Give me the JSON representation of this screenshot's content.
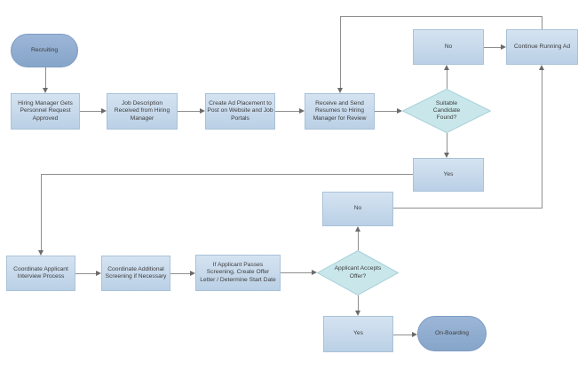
{
  "nodes": {
    "recruiting": {
      "label": "Recruiting",
      "type": "terminator"
    },
    "approval": {
      "label": "Hiring Manager Gets Personnel Request Approved",
      "type": "process"
    },
    "job_description": {
      "label": "Job Description Received from Hiring Manager",
      "type": "process"
    },
    "create_ad": {
      "label": "Create Ad Placement to Post on Website and Job Portals",
      "type": "process"
    },
    "receive_resumes": {
      "label": "Receive and Send Resumes to Hiring Manager for Review",
      "type": "process"
    },
    "suitable_candidate": {
      "label": "Suitable Candidate Found?",
      "type": "decision"
    },
    "no_candidate": {
      "label": "No",
      "type": "process"
    },
    "continue_ad": {
      "label": "Continue Running Ad",
      "type": "process"
    },
    "yes_candidate": {
      "label": "Yes",
      "type": "process"
    },
    "interview": {
      "label": "Coordinate Applicant Interview Process",
      "type": "process"
    },
    "screening": {
      "label": "Coordinate Additional Screening if Necessary",
      "type": "process"
    },
    "offer_letter": {
      "label": "If Applicant Passes Screening, Create Offer Letter / Determine Start Date",
      "type": "process"
    },
    "accepts_offer": {
      "label": "Applicant Accepts Offer?",
      "type": "decision"
    },
    "no_offer": {
      "label": "No",
      "type": "process"
    },
    "yes_offer": {
      "label": "Yes",
      "type": "process"
    },
    "onboarding": {
      "label": "On-Boarding",
      "type": "terminator"
    }
  },
  "colors": {
    "process_fill_top": "#d5e3f1",
    "process_fill_bottom": "#bad0e6",
    "process_border": "#a9c2d8",
    "terminator_fill_top": "#9cb6d7",
    "terminator_fill_bottom": "#85a5c9",
    "terminator_border": "#7d9cc2",
    "decision_fill": "#c9e7eb",
    "decision_border": "#a6d0d9",
    "connector": "#8e8e8e",
    "arrowhead": "#6b6b6b",
    "text": "#3d3d3d",
    "background": "#ffffff"
  }
}
